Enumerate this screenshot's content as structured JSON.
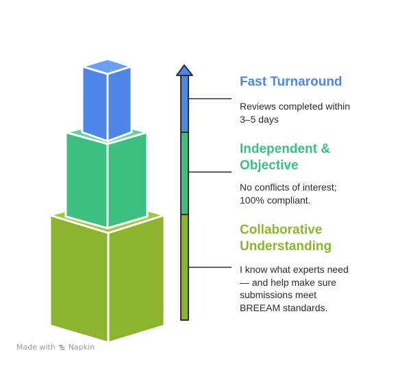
{
  "tiers": [
    {
      "heading": "Fast Turnaround",
      "description_lines": [
        "Reviews completed within",
        "3–5 days"
      ],
      "color": "#4d86e6"
    },
    {
      "heading_lines": [
        "Independent &",
        "Objective"
      ],
      "description_lines": [
        "No conflicts of interest;",
        "100% compliant."
      ],
      "color": "#3dbf82"
    },
    {
      "heading_lines": [
        "Collaborative",
        "Understanding"
      ],
      "description_lines": [
        "I know what experts need",
        "— and help make sure",
        "submissions meet",
        "BREEAM standards."
      ],
      "color": "#8db42f"
    }
  ],
  "watermark": {
    "prefix": "Made with",
    "brand": "Napkin",
    "icon": "napkin-logo-icon"
  }
}
